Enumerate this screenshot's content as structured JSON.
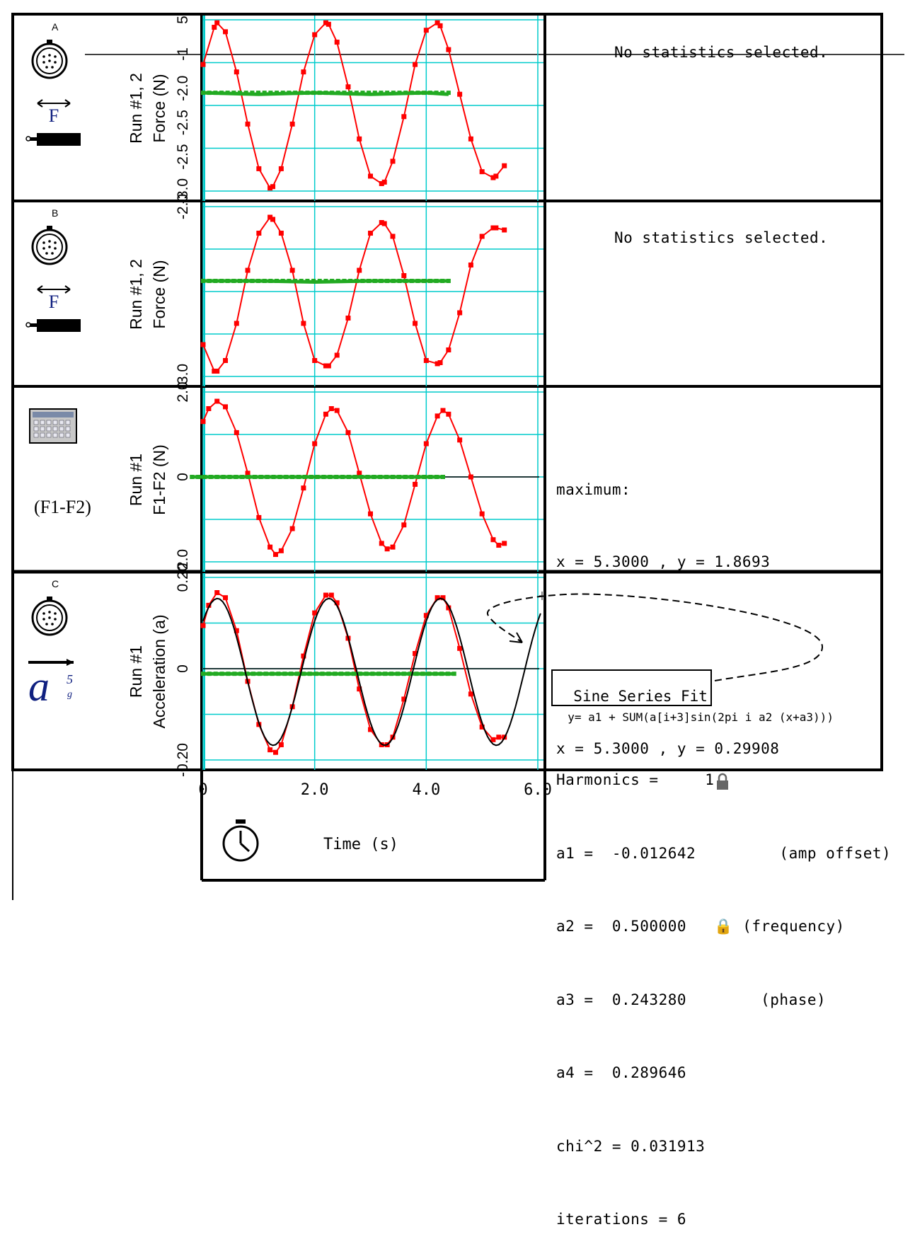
{
  "panels": [
    {
      "sensor_letter": "A",
      "sensor_icon": "force-sensor-icon",
      "ylabel_run": "Run #1, 2",
      "ylabel": "Force (N)",
      "yticks": [
        "-3.0",
        "-2.5",
        "-2.5",
        "-2.0",
        "-1",
        "5"
      ],
      "stats": [
        "No statistics selected."
      ]
    },
    {
      "sensor_letter": "B",
      "sensor_icon": "force-sensor-icon",
      "ylabel_run": "Run #1, 2",
      "ylabel": "Force (N)",
      "yticks": [
        "-3.0",
        "-2.0"
      ],
      "stats": [
        "No statistics selected."
      ]
    },
    {
      "sensor_letter": "",
      "sensor_icon": "calculator-icon",
      "calc_label": "(F1-F2)",
      "ylabel_run": "Run #1",
      "ylabel": "F1-F2 (N)",
      "yticks": [
        "-2.0",
        "0",
        "2.0"
      ],
      "stats": [
        "maximum:",
        "x = 5.3000 , y = 1.8693"
      ]
    },
    {
      "sensor_letter": "C",
      "sensor_icon": "accelerometer-icon",
      "ylabel_run": "Run #1",
      "ylabel": "Acceleration (a)",
      "yticks": [
        "-0.20",
        "0",
        "0.20"
      ],
      "stats": [
        "maximum:",
        "x = 5.3000 , y = 0.29908"
      ]
    }
  ],
  "fit": {
    "name": "Sine Series Fit",
    "equation": "y= a1 + SUM(a[i+3]sin(2pi i a2 (x+a3)))",
    "lines": [
      "Harmonics =     1",
      "a1 =  -0.012642         (amp offset)",
      "a2 =  0.500000   🔒 (frequency)",
      "a3 =  0.243280        (phase)",
      "a4 =  0.289646",
      "chi^2 = 0.031913",
      "iterations = 6"
    ]
  },
  "xaxis": {
    "label": "Time (s)",
    "ticks": [
      "0",
      "2.0",
      "4.0",
      "6.0"
    ]
  },
  "colors": {
    "data": "#ff0000",
    "reference": "#22aa22",
    "grid": "#00cccc",
    "fit": "#000000"
  },
  "chart_data": [
    {
      "type": "line",
      "title": "",
      "xlabel": "Time (s)",
      "ylabel": "Force (N)",
      "xlim": [
        0,
        6.0
      ],
      "ylim": [
        -3.05,
        -1.9
      ],
      "grid": true,
      "series": [
        {
          "name": "Run #1",
          "x": [
            0,
            0.2,
            0.25,
            0.4,
            0.6,
            0.8,
            1.0,
            1.2,
            1.25,
            1.4,
            1.6,
            1.8,
            2.0,
            2.2,
            2.25,
            2.4,
            2.6,
            2.8,
            3.0,
            3.2,
            3.25,
            3.4,
            3.6,
            3.8,
            4.0,
            4.2,
            4.25,
            4.4,
            4.6,
            4.8,
            5.0,
            5.2,
            5.25,
            5.4
          ],
          "y": [
            -2.2,
            -1.95,
            -1.92,
            -1.98,
            -2.25,
            -2.6,
            -2.9,
            -3.03,
            -3.02,
            -2.9,
            -2.6,
            -2.25,
            -2.0,
            -1.92,
            -1.93,
            -2.05,
            -2.35,
            -2.7,
            -2.95,
            -3.0,
            -2.99,
            -2.85,
            -2.55,
            -2.2,
            -1.97,
            -1.92,
            -1.94,
            -2.1,
            -2.4,
            -2.7,
            -2.92,
            -2.96,
            -2.95,
            -2.88
          ]
        },
        {
          "name": "Run #2",
          "x": [
            0,
            1,
            2,
            3,
            4,
            4.4
          ],
          "y": [
            -2.39,
            -2.4,
            -2.39,
            -2.4,
            -2.39,
            -2.4
          ]
        }
      ]
    },
    {
      "type": "line",
      "title": "",
      "xlabel": "Time (s)",
      "ylabel": "Force (N)",
      "xlim": [
        0,
        6.0
      ],
      "ylim": [
        -3.1,
        -1.5
      ],
      "grid": true,
      "series": [
        {
          "name": "Run #1",
          "x": [
            0,
            0.2,
            0.25,
            0.4,
            0.6,
            0.8,
            1.0,
            1.2,
            1.25,
            1.4,
            1.6,
            1.8,
            2.0,
            2.2,
            2.25,
            2.4,
            2.6,
            2.8,
            3.0,
            3.2,
            3.25,
            3.4,
            3.6,
            3.8,
            4.0,
            4.2,
            4.25,
            4.4,
            4.6,
            4.8,
            5.0,
            5.2,
            5.25,
            5.4
          ],
          "y": [
            -2.8,
            -3.05,
            -3.05,
            -2.95,
            -2.6,
            -2.1,
            -1.75,
            -1.6,
            -1.62,
            -1.75,
            -2.1,
            -2.6,
            -2.95,
            -3.0,
            -3.0,
            -2.9,
            -2.55,
            -2.1,
            -1.75,
            -1.65,
            -1.66,
            -1.78,
            -2.15,
            -2.6,
            -2.95,
            -2.98,
            -2.97,
            -2.85,
            -2.5,
            -2.05,
            -1.78,
            -1.7,
            -1.7,
            -1.72
          ]
        },
        {
          "name": "Run #2",
          "x": [
            0,
            1,
            2,
            3,
            4,
            4.4
          ],
          "y": [
            -2.2,
            -2.2,
            -2.21,
            -2.2,
            -2.2,
            -2.2
          ]
        }
      ]
    },
    {
      "type": "line",
      "title": "",
      "xlabel": "Time (s)",
      "ylabel": "F1-F2 (N)",
      "xlim": [
        0,
        6.0
      ],
      "ylim": [
        -2.3,
        2.3
      ],
      "grid": true,
      "series": [
        {
          "name": "Run #1",
          "x": [
            0,
            0.1,
            0.25,
            0.4,
            0.6,
            0.8,
            1.0,
            1.2,
            1.3,
            1.4,
            1.6,
            1.8,
            2.0,
            2.2,
            2.3,
            2.4,
            2.6,
            2.8,
            3.0,
            3.2,
            3.3,
            3.4,
            3.6,
            3.8,
            4.0,
            4.2,
            4.3,
            4.4,
            4.6,
            4.8,
            5.0,
            5.2,
            5.3,
            5.4
          ],
          "y": [
            1.5,
            1.85,
            2.05,
            1.9,
            1.2,
            0.1,
            -1.1,
            -1.9,
            -2.1,
            -2.0,
            -1.4,
            -0.3,
            0.9,
            1.7,
            1.85,
            1.8,
            1.2,
            0.1,
            -1.0,
            -1.8,
            -1.95,
            -1.9,
            -1.3,
            -0.2,
            0.9,
            1.65,
            1.8,
            1.7,
            1.0,
            0.0,
            -1.0,
            -1.7,
            -1.85,
            -1.8
          ]
        },
        {
          "name": "Run #2",
          "x": [
            -0.2,
            4.3
          ],
          "y": [
            0,
            0
          ]
        }
      ]
    },
    {
      "type": "line",
      "title": "",
      "xlabel": "Time (s)",
      "ylabel": "Acceleration (a)",
      "xlim": [
        0,
        6.0
      ],
      "ylim": [
        -0.36,
        0.36
      ],
      "grid": true,
      "series": [
        {
          "name": "Run #1",
          "x": [
            0,
            0.1,
            0.25,
            0.4,
            0.6,
            0.8,
            1.0,
            1.2,
            1.3,
            1.4,
            1.6,
            1.8,
            2.0,
            2.2,
            2.3,
            2.4,
            2.6,
            2.8,
            3.0,
            3.2,
            3.3,
            3.4,
            3.6,
            3.8,
            4.0,
            4.2,
            4.3,
            4.4,
            4.6,
            4.8,
            5.0,
            5.2,
            5.3,
            5.4
          ],
          "y": [
            0.17,
            0.25,
            0.3,
            0.28,
            0.15,
            -0.05,
            -0.22,
            -0.32,
            -0.33,
            -0.3,
            -0.15,
            0.05,
            0.22,
            0.29,
            0.29,
            0.26,
            0.12,
            -0.08,
            -0.24,
            -0.3,
            -0.3,
            -0.27,
            -0.12,
            0.06,
            0.21,
            0.28,
            0.28,
            0.24,
            0.08,
            -0.1,
            -0.23,
            -0.28,
            -0.27,
            -0.27
          ]
        },
        {
          "name": "Run #2",
          "x": [
            0,
            4.5
          ],
          "y": [
            -0.02,
            -0.02
          ]
        },
        {
          "name": "Sine Series Fit",
          "x": [
            0,
            6.0
          ],
          "y": [
            -0.012642,
            -0.012642
          ],
          "params": {
            "a1": -0.012642,
            "a2": 0.5,
            "a3": 0.24328,
            "a4": 0.289646
          }
        }
      ]
    }
  ]
}
